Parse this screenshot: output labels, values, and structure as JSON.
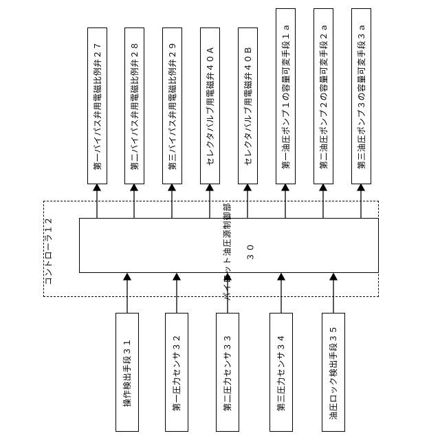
{
  "controller": {
    "label": "コントローラ１２",
    "core_label": "パイロット油圧源制御部",
    "core_number": "３０"
  },
  "outputs": [
    "第一バイパス弁用電磁比例弁２７",
    "第二バイパス弁用電磁比例弁２８",
    "第三バイパス弁用電磁比例弁２９",
    "セレクタバルブ用電磁弁４０Ａ",
    "セレクタバルブ用電磁弁４０Ｂ",
    "第一油圧ポンプ１の容量可変手段１ａ",
    "第二油圧ポンプ２の容量可変手段２ａ",
    "第三油圧ポンプ３の容量可変手段３ａ"
  ],
  "inputs": [
    "操作検出手段３１",
    "第一圧力センサ３２",
    "第二圧力センサ３３",
    "第三圧力センサ３４",
    "油圧ロック検出手段３５"
  ]
}
